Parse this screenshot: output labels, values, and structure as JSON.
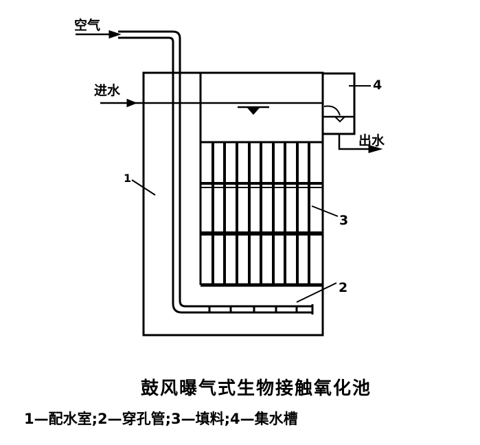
{
  "labels": {
    "air": "空气",
    "inflow": "进水",
    "outflow": "出水",
    "n1": "1",
    "n2": "2",
    "n3": "3",
    "n4": "4"
  },
  "caption": {
    "title": "鼓风曝气式生物接触氧化池",
    "legend": "1—配水室;2—穿孔管;3—填料;4—集水槽"
  }
}
